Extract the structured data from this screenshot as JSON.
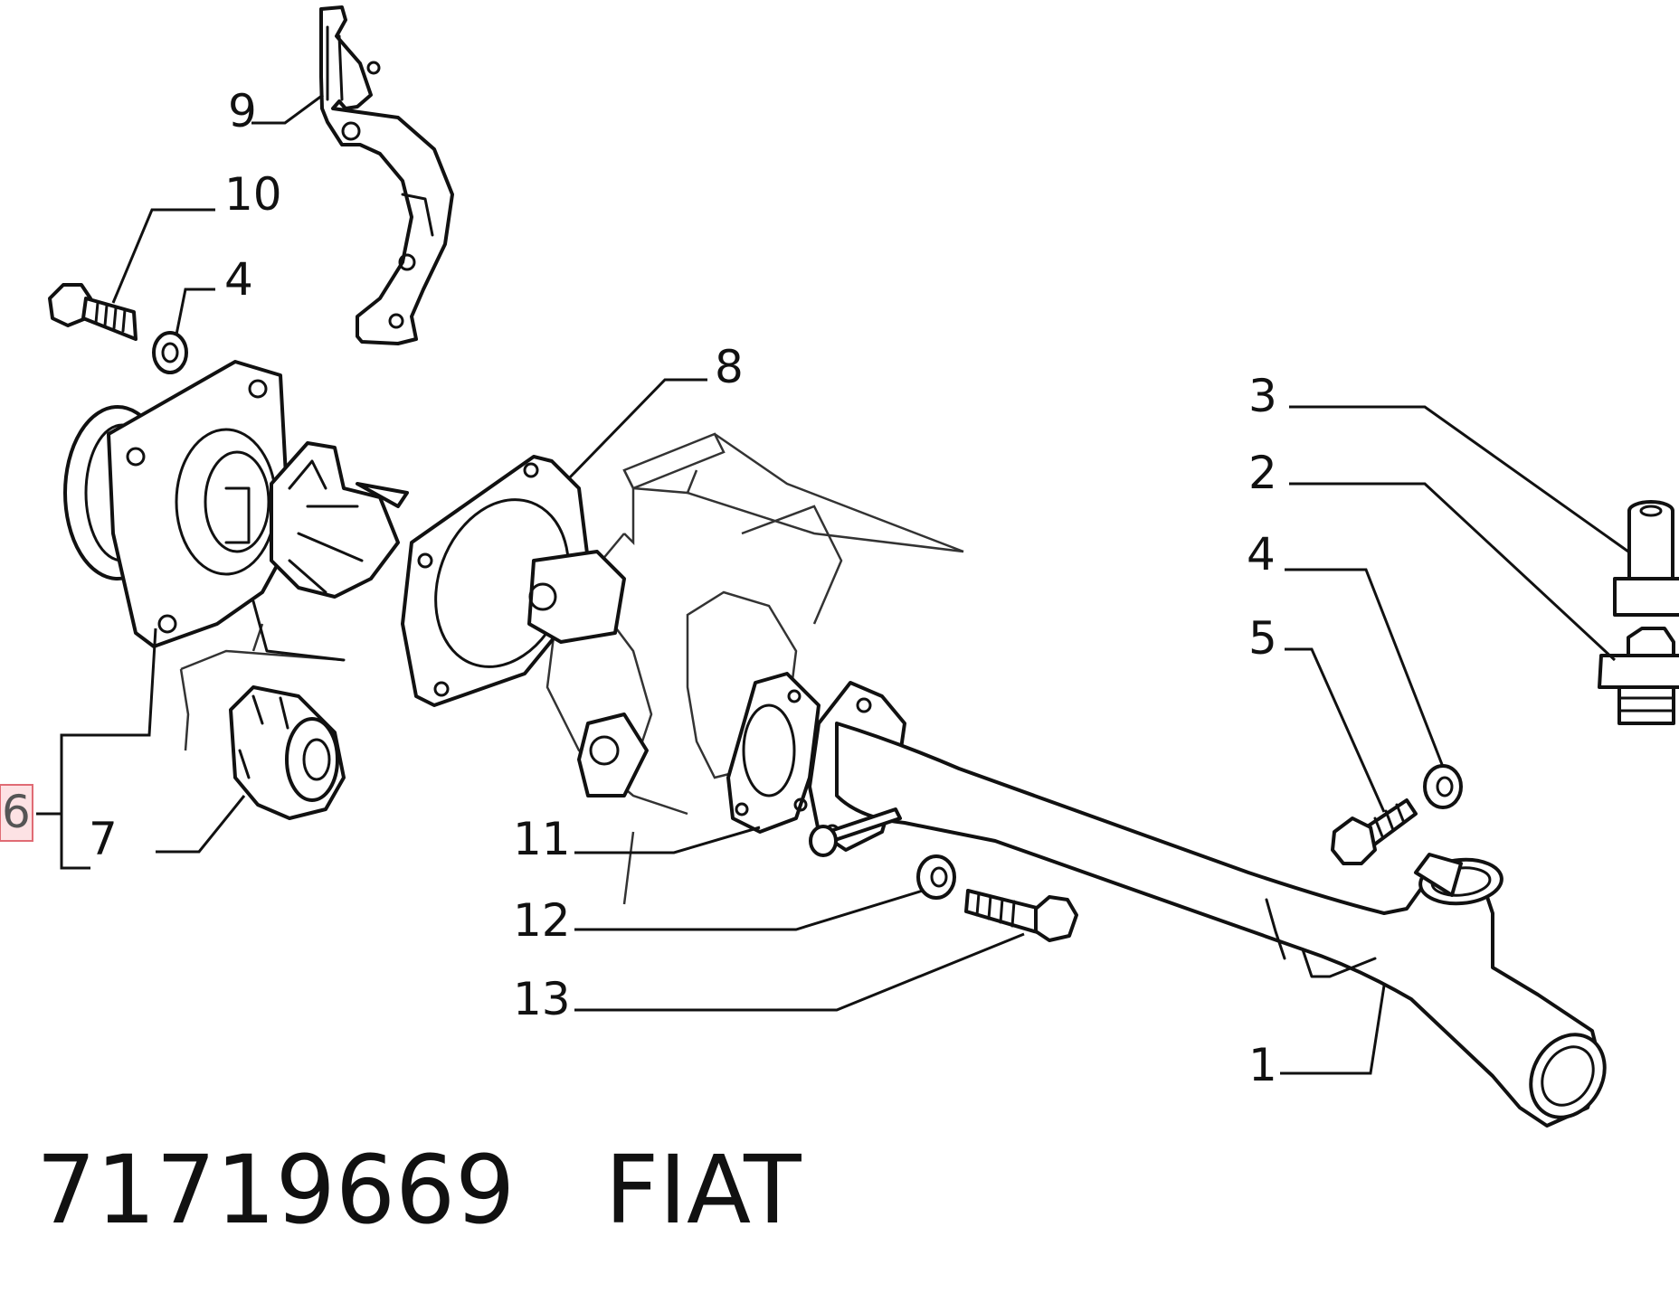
{
  "callouts": [
    {
      "id": "1",
      "text": "1"
    },
    {
      "id": "2",
      "text": "2"
    },
    {
      "id": "3",
      "text": "3"
    },
    {
      "id": "4a",
      "text": "4"
    },
    {
      "id": "4b",
      "text": "4"
    },
    {
      "id": "5",
      "text": "5"
    },
    {
      "id": "6",
      "text": "6"
    },
    {
      "id": "7",
      "text": "7"
    },
    {
      "id": "8",
      "text": "8"
    },
    {
      "id": "9",
      "text": "9"
    },
    {
      "id": "10",
      "text": "10"
    },
    {
      "id": "11",
      "text": "11"
    },
    {
      "id": "12",
      "text": "12"
    },
    {
      "id": "13",
      "text": "13"
    }
  ],
  "highlighted_callout": "9",
  "footer": {
    "part_number": "71719669",
    "brand": "FIAT"
  }
}
